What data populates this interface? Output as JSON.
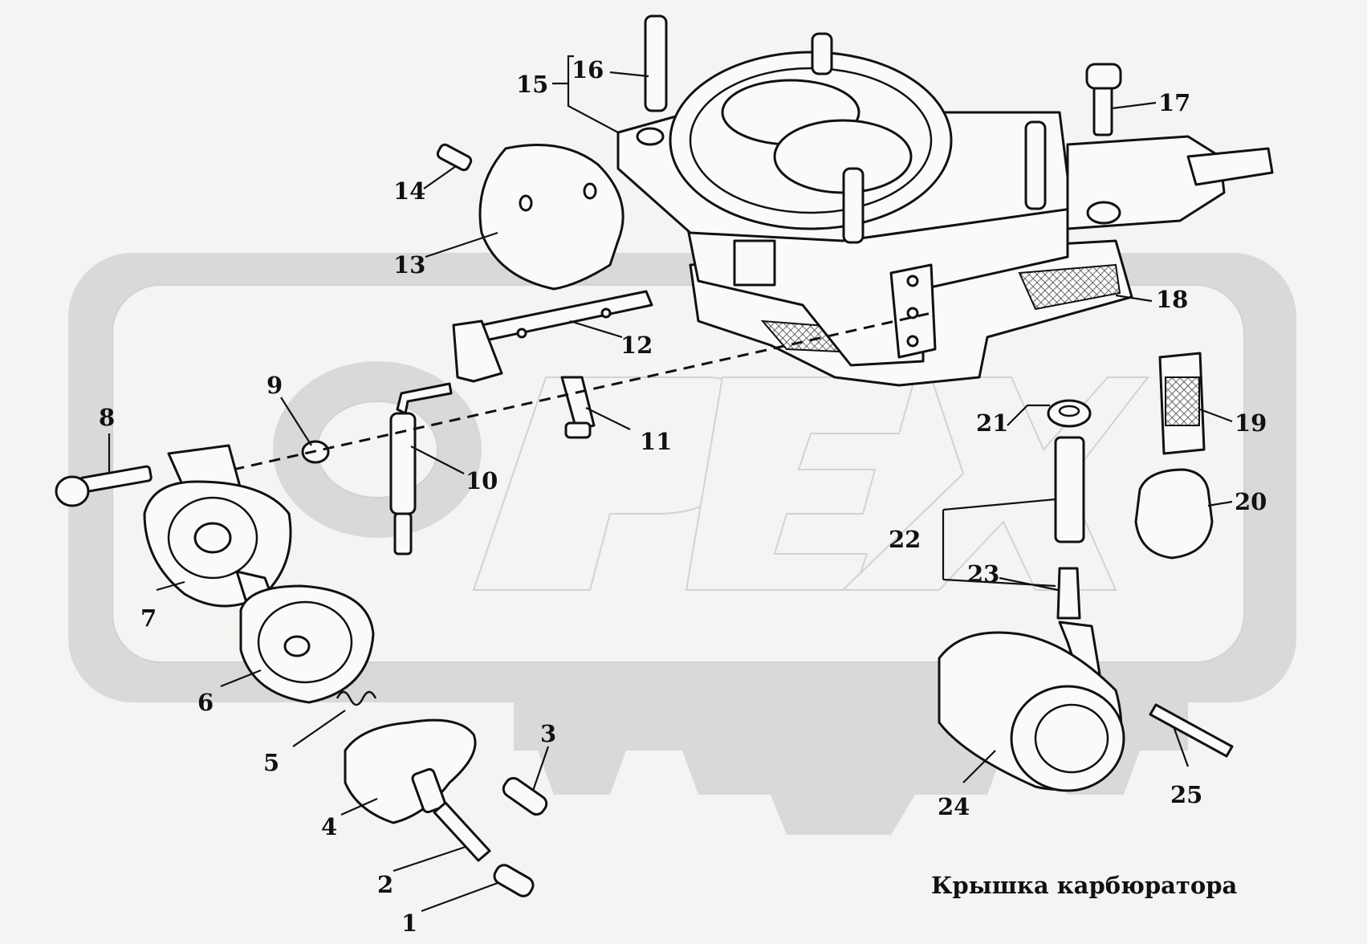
{
  "caption": "Крышка карбюратора",
  "watermark": {
    "text": "OPEX",
    "color": "#d6d6d6"
  },
  "colors": {
    "line": "#111111",
    "background": "#f4f4f2"
  },
  "callouts": [
    {
      "id": "1",
      "label": "1"
    },
    {
      "id": "2",
      "label": "2"
    },
    {
      "id": "3",
      "label": "3"
    },
    {
      "id": "4",
      "label": "4"
    },
    {
      "id": "5",
      "label": "5"
    },
    {
      "id": "6",
      "label": "6"
    },
    {
      "id": "7",
      "label": "7"
    },
    {
      "id": "8",
      "label": "8"
    },
    {
      "id": "9",
      "label": "9"
    },
    {
      "id": "10",
      "label": "10"
    },
    {
      "id": "11",
      "label": "11"
    },
    {
      "id": "12",
      "label": "12"
    },
    {
      "id": "13",
      "label": "13"
    },
    {
      "id": "14",
      "label": "14"
    },
    {
      "id": "15",
      "label": "15"
    },
    {
      "id": "16",
      "label": "16"
    },
    {
      "id": "17",
      "label": "17"
    },
    {
      "id": "18",
      "label": "18"
    },
    {
      "id": "19",
      "label": "19"
    },
    {
      "id": "20",
      "label": "20"
    },
    {
      "id": "21",
      "label": "21"
    },
    {
      "id": "22",
      "label": "22"
    },
    {
      "id": "23",
      "label": "23"
    },
    {
      "id": "24",
      "label": "24"
    },
    {
      "id": "25",
      "label": "25"
    }
  ]
}
